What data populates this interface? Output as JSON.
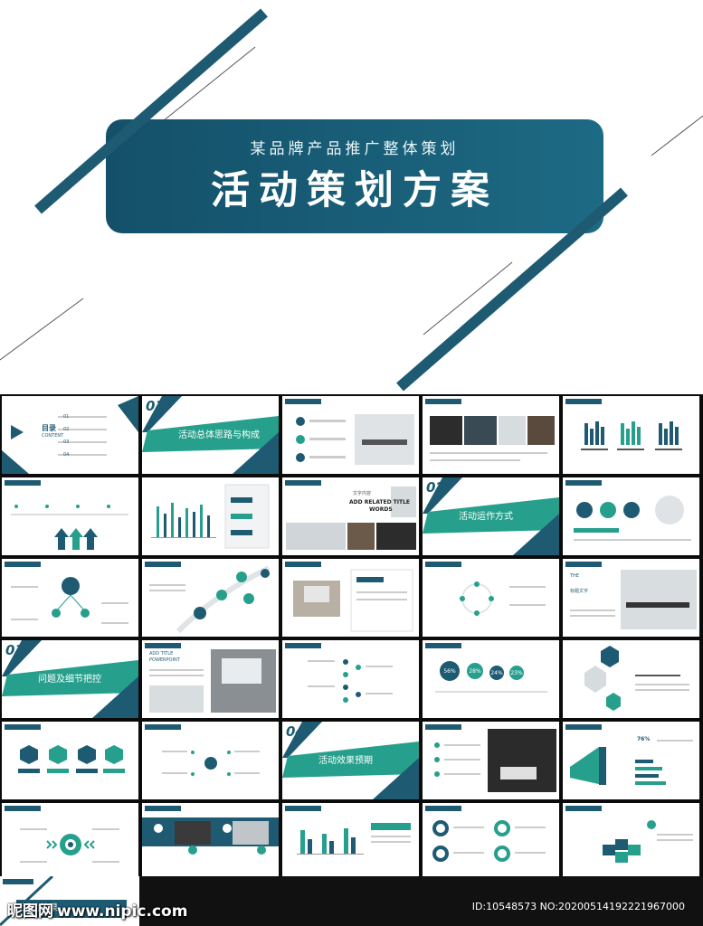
{
  "hero": {
    "subtitle": "某品牌产品推广整体策划",
    "title": "活动策划方案",
    "accent_color": "#1e5b73",
    "teal_color": "#26a08c"
  },
  "slides": {
    "toc": {
      "title": "目录",
      "title_en": "CONTENT",
      "items": [
        "01",
        "02",
        "03",
        "04"
      ]
    },
    "sec1": {
      "num": "01",
      "title": "活动总体思路与构成"
    },
    "sec2": {
      "num": "02",
      "title": "活动运作方式"
    },
    "sec3": {
      "num": "03",
      "title": "问题及细节把控"
    },
    "sec4": {
      "num": "04",
      "title": "活动效果预期"
    },
    "text_box": {
      "line1": "文字内容",
      "line2": "ADD RELATED TITLE",
      "line3": "WORDS"
    },
    "intro": {
      "line1": "THE",
      "line2": "标题文字"
    },
    "powerpoint": {
      "line1": "ADD TITLE",
      "line2": "POWERPOINT"
    },
    "circles": [
      "56%",
      "28%",
      "24%",
      "23%"
    ],
    "stat": "76%"
  },
  "footer": {
    "bottom_slide_title": "活动效果",
    "watermark_cn": "昵图网",
    "watermark_site": "www.nipic.com",
    "id_text": "ID:10548573 NO:20200514192221967000"
  }
}
